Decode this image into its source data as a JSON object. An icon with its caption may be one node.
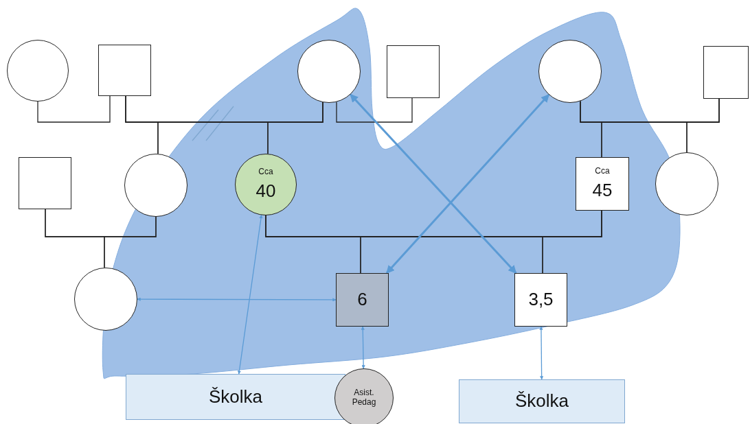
{
  "diagram": {
    "nodes": [
      {
        "text": [],
        "shape": "circle"
      },
      {
        "text": [],
        "shape": "box"
      },
      {
        "text": [],
        "shape": "circle"
      },
      {
        "text": [],
        "shape": "box"
      },
      {
        "text": [],
        "shape": "circle"
      },
      {
        "text": [],
        "shape": "box"
      },
      {
        "text": [],
        "shape": "box"
      },
      {
        "text": [],
        "shape": "circle"
      },
      {
        "text": [
          "Cca",
          "40"
        ]
      },
      {
        "text": [
          "Cca",
          "45"
        ]
      },
      {
        "text": [],
        "shape": "circle"
      },
      {
        "text": [],
        "shape": "circle"
      },
      {
        "text": [
          "6"
        ]
      },
      {
        "text": [
          "3,5"
        ]
      },
      {
        "text": [
          "Školka"
        ]
      },
      {
        "text": [
          "Asist. Pedag"
        ]
      },
      {
        "text": [
          "Školka"
        ]
      }
    ],
    "edges": [
      {
        "from": 0,
        "to": 1,
        "arrow": "none"
      },
      {
        "from": 1,
        "to": 2,
        "arrow": "none"
      },
      {
        "from": 1,
        "to": 7,
        "arrow": "none"
      },
      {
        "from": 2,
        "to": 7,
        "arrow": "none"
      },
      {
        "from": 1,
        "to": 8,
        "arrow": "none"
      },
      {
        "from": 2,
        "to": 8,
        "arrow": "none"
      },
      {
        "from": 2,
        "to": 3,
        "arrow": "none"
      },
      {
        "from": 4,
        "to": 5,
        "arrow": "none"
      },
      {
        "from": 4,
        "to": 9,
        "arrow": "none"
      },
      {
        "from": 5,
        "to": 9,
        "arrow": "none"
      },
      {
        "from": 4,
        "to": 10,
        "arrow": "none"
      },
      {
        "from": 5,
        "to": 10,
        "arrow": "none"
      },
      {
        "from": 6,
        "to": 7,
        "arrow": "none"
      },
      {
        "from": 6,
        "to": 11,
        "arrow": "none"
      },
      {
        "from": 7,
        "to": 11,
        "arrow": "none"
      },
      {
        "from": 8,
        "to": 9,
        "arrow": "none"
      },
      {
        "from": 8,
        "to": 12,
        "arrow": "none"
      },
      {
        "from": 9,
        "to": 12,
        "arrow": "none"
      },
      {
        "from": 8,
        "to": 13,
        "arrow": "none"
      },
      {
        "from": 9,
        "to": 13,
        "arrow": "none"
      },
      {
        "from": 13,
        "to": 2,
        "arrow": "both",
        "style": "thick",
        "color": "#5b9bd5"
      },
      {
        "from": 12,
        "to": 4,
        "arrow": "both",
        "style": "thick",
        "color": "#5b9bd5"
      },
      {
        "from": 11,
        "to": 12,
        "arrow": "both",
        "color": "#5b9bd5"
      },
      {
        "from": 8,
        "to": 14,
        "arrow": "both",
        "color": "#5b9bd5"
      },
      {
        "from": 12,
        "to": 15,
        "arrow": "both",
        "color": "#5b9bd5"
      },
      {
        "from": 13,
        "to": 16,
        "arrow": "both",
        "color": "#5b9bd5"
      }
    ]
  }
}
